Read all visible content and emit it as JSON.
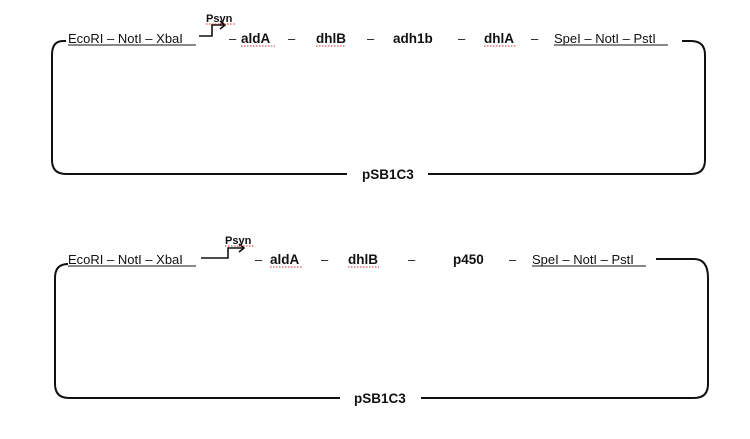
{
  "constructs": [
    {
      "upstream_sites": "EcoRI – NotI – XbaI",
      "promoter": "Psyn",
      "genes": [
        "aldA",
        "dhlB",
        "adh1b",
        "dhlA"
      ],
      "downstream_sites": "SpeI – NotI – PstI",
      "backbone": "pSB1C3"
    },
    {
      "upstream_sites": "EcoRI – NotI – XbaI",
      "promoter": "Psyn",
      "genes": [
        "aldA",
        "dhlB",
        "p450"
      ],
      "downstream_sites": "SpeI – NotI – PstI",
      "backbone": "pSB1C3"
    }
  ],
  "separator": "–"
}
